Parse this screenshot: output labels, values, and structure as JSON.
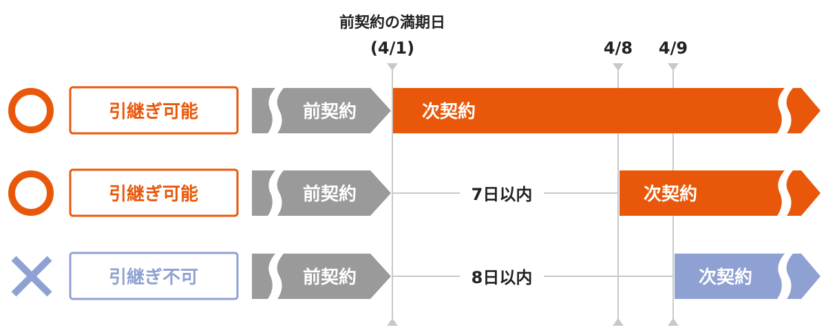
{
  "header": {
    "expiry_label": "前契約の満期日",
    "expiry_date": "(4/1)",
    "date_a": "4/8",
    "date_b": "4/9"
  },
  "rows": [
    {
      "mark": "circle",
      "status": "引継ぎ可能",
      "prev_label": "前契約",
      "gap_label": "",
      "next_label": "次契約",
      "color": "#e9580a"
    },
    {
      "mark": "circle",
      "status": "引継ぎ可能",
      "prev_label": "前契約",
      "gap_label": "7日以内",
      "next_label": "次契約",
      "color": "#e9580a"
    },
    {
      "mark": "cross",
      "status": "引継ぎ不可",
      "prev_label": "前契約",
      "gap_label": "8日以内",
      "next_label": "次契約",
      "color": "#8fa1d3"
    }
  ],
  "colors": {
    "orange": "#e9580a",
    "blue": "#8fa1d3",
    "gray_bar": "#9a9a9a",
    "gray_line": "#c8c8c8",
    "text": "#222222"
  }
}
